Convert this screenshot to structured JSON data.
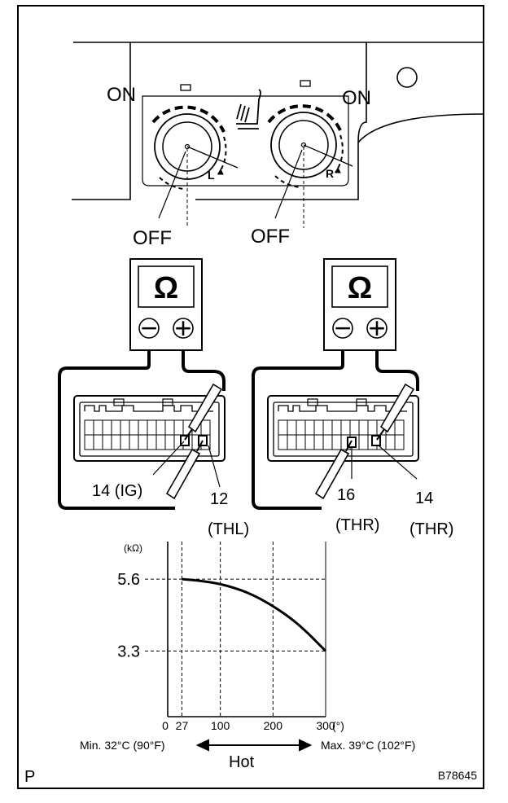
{
  "labels": {
    "on_left": "ON",
    "on_right": "ON",
    "off_left": "OFF",
    "off_right": "OFF",
    "knob_left": "L",
    "knob_right": "R",
    "meter_symbol": "Ω",
    "probe_negative": "−",
    "probe_positive": "+",
    "left_pin_a": "14 (IG)",
    "left_pin_b_num": "12",
    "left_pin_b_name": "(THL)",
    "right_pin_a_num": "16",
    "right_pin_a_name": "(THR)",
    "right_pin_b_num": "14",
    "right_pin_b_name": "(THR)",
    "corner_left": "P",
    "corner_right": "B78645"
  },
  "chart_data": {
    "type": "line",
    "ylabel": "(kΩ)",
    "xunit": "(°)",
    "yticks": [
      5.6,
      3.3
    ],
    "xticks": [
      0,
      27,
      100,
      200,
      300
    ],
    "ylim": [
      1.2,
      6.8
    ],
    "xlim": [
      0,
      300
    ],
    "grid": true,
    "series": [
      {
        "x": [
          27,
          60,
          100,
          150,
          200,
          250,
          300
        ],
        "y": [
          5.6,
          5.55,
          5.45,
          5.2,
          4.75,
          4.15,
          3.3
        ]
      }
    ],
    "annotations": {
      "min": "Min. 32°C (90°F)",
      "max": "Max. 39°C (102°F)",
      "hot": "Hot"
    }
  }
}
